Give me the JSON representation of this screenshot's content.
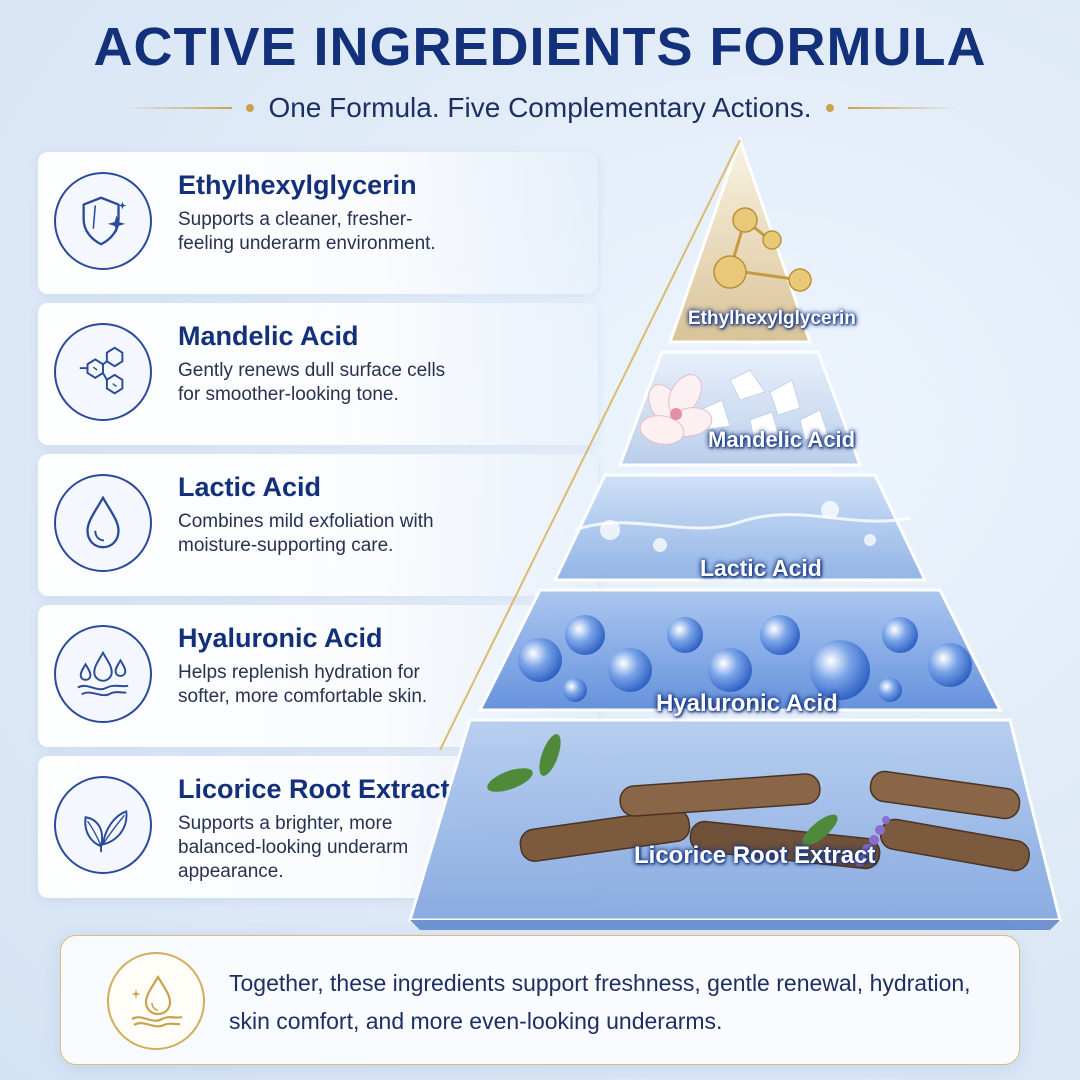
{
  "header": {
    "title": "ACTIVE INGREDIENTS FORMULA",
    "subtitle": "One Formula. Five Complementary Actions."
  },
  "ingredients": [
    {
      "name": "Ethylhexylglycerin",
      "description": "Supports a cleaner, fresher-feeling underarm environment.",
      "icon": "shield-sparkle-icon"
    },
    {
      "name": "Mandelic Acid",
      "description": "Gently renews dull surface cells for smoother-looking tone.",
      "icon": "molecule-icon"
    },
    {
      "name": "Lactic Acid",
      "description": "Combines mild exfoliation with moisture-supporting care.",
      "icon": "droplet-icon"
    },
    {
      "name": "Hyaluronic Acid",
      "description": "Helps replenish hydration for softer, more comfortable skin.",
      "icon": "droplets-wave-icon"
    },
    {
      "name": "Licorice Root Extract",
      "description": "Supports a brighter, more balanced-looking underarm appearance.",
      "icon": "leaf-icon"
    }
  ],
  "pyramid": {
    "tiers": [
      "Ethylhexylglycerin",
      "Mandelic Acid",
      "Lactic Acid",
      "Hyaluronic Acid",
      "Licorice Root Extract"
    ]
  },
  "summary": {
    "text": "Together, these ingredients support freshness, gentle renewal, hydration, skin comfort, and more even-looking underarms.",
    "icon": "droplet-sparkle-icon"
  },
  "colors": {
    "navy": "#13307a",
    "gold": "#c9a24d",
    "background": "#dfeaf7"
  }
}
